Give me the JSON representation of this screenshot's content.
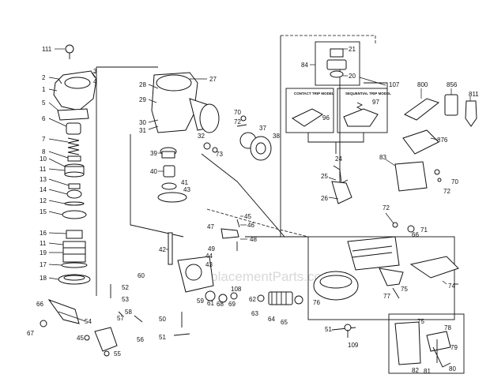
{
  "watermark": "eReplacementParts.com",
  "box_titles": {
    "contact_trip": "CONTACT TRIP MODEL",
    "sequential_trip": "SEQUENTIAL TRIP MODEL"
  },
  "labels": {
    "l111": "111",
    "l3": "3",
    "l2": "2",
    "l4": "4",
    "l1": "1",
    "l5": "5",
    "l6": "6",
    "l7": "7",
    "l8": "8",
    "l10": "10",
    "l11a": "11",
    "l13": "13",
    "l14": "14",
    "l12": "12",
    "l15": "15",
    "l16": "16",
    "l11b": "11",
    "l19": "19",
    "l17": "17",
    "l18": "18",
    "l28": "28",
    "l27": "27",
    "l29": "29",
    "l30": "30",
    "l31": "31",
    "l32": "32",
    "l73": "73",
    "l39": "39",
    "l40": "40",
    "l41": "41",
    "l43": "43",
    "l70a": "70",
    "l72a": "72",
    "l37": "37",
    "l38": "38",
    "l84": "84",
    "l21": "21",
    "l20": "20",
    "l107": "107",
    "l96": "96",
    "l97": "97",
    "l800": "800",
    "l856": "856",
    "l811": "811",
    "l876": "876",
    "l24": "24",
    "l25": "25",
    "l26": "26",
    "l83": "83",
    "l70b": "70",
    "l72b": "72",
    "l45": "45",
    "l46": "46",
    "l47": "47",
    "l48": "48",
    "l49": "49",
    "l42": "42",
    "l44": "44",
    "l43b": "43",
    "l60": "60",
    "l52": "52",
    "l53": "53",
    "l58": "58",
    "l57": "57",
    "l54": "54",
    "l56": "56",
    "l55": "55",
    "l45b": "45",
    "l66a": "66",
    "l67": "67",
    "l50": "50",
    "l51a": "51",
    "l59": "59",
    "l61": "61",
    "l68": "68",
    "l69": "69",
    "l108": "108",
    "l62": "62",
    "l63": "63",
    "l64": "64",
    "l65": "65",
    "l72c": "72",
    "l71": "71",
    "l66b": "66",
    "l74": "74",
    "l75a": "75",
    "l76": "76",
    "l77": "77",
    "l51b": "51",
    "l109": "109",
    "l75b": "75",
    "l78": "78",
    "l79": "79",
    "l82": "82",
    "l81": "81",
    "l80": "80"
  }
}
